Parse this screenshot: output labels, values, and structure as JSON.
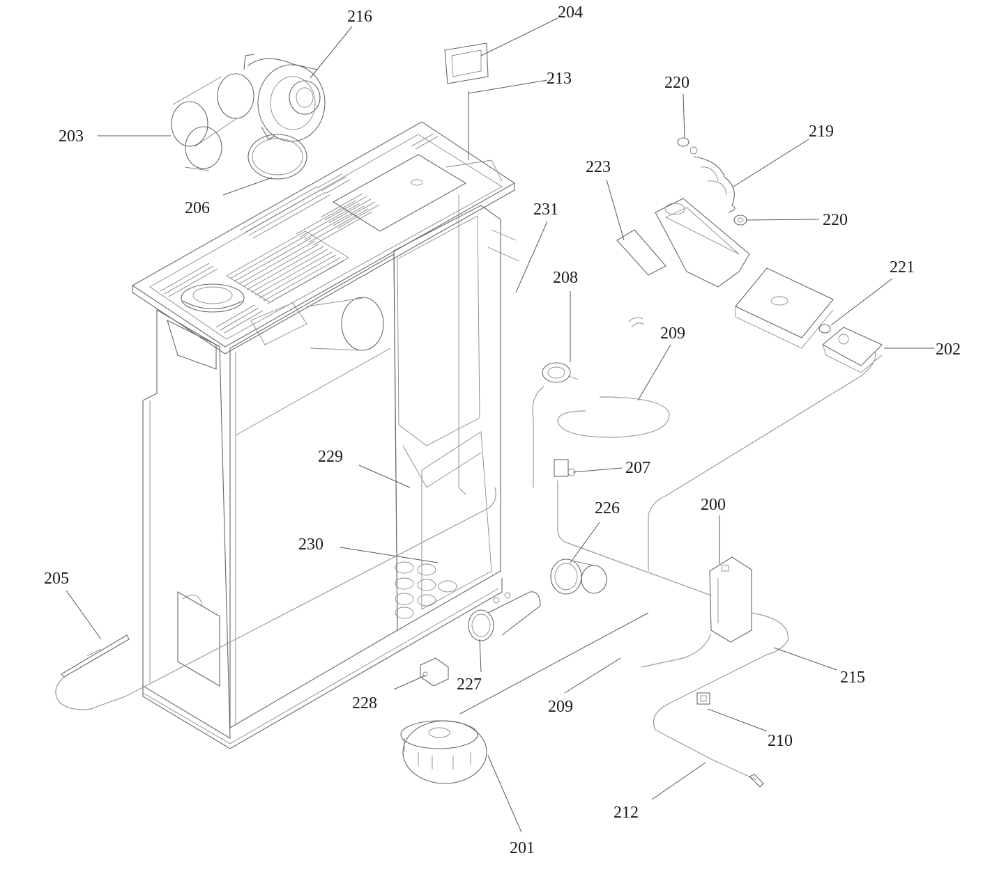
{
  "callouts": [
    {
      "id": "c200",
      "text": "200"
    },
    {
      "id": "c201",
      "text": "201"
    },
    {
      "id": "c202",
      "text": "202"
    },
    {
      "id": "c203",
      "text": "203"
    },
    {
      "id": "c204",
      "text": "204"
    },
    {
      "id": "c205",
      "text": "205"
    },
    {
      "id": "c206",
      "text": "206"
    },
    {
      "id": "c207",
      "text": "207"
    },
    {
      "id": "c208",
      "text": "208"
    },
    {
      "id": "c209a",
      "text": "209"
    },
    {
      "id": "c209b",
      "text": "209"
    },
    {
      "id": "c210",
      "text": "210"
    },
    {
      "id": "c212",
      "text": "212"
    },
    {
      "id": "c213",
      "text": "213"
    },
    {
      "id": "c215",
      "text": "215"
    },
    {
      "id": "c216",
      "text": "216"
    },
    {
      "id": "c219",
      "text": "219"
    },
    {
      "id": "c220a",
      "text": "220"
    },
    {
      "id": "c220b",
      "text": "220"
    },
    {
      "id": "c221",
      "text": "221"
    },
    {
      "id": "c223",
      "text": "223"
    },
    {
      "id": "c226",
      "text": "226"
    },
    {
      "id": "c227",
      "text": "227"
    },
    {
      "id": "c228",
      "text": "228"
    },
    {
      "id": "c229",
      "text": "229"
    },
    {
      "id": "c230",
      "text": "230"
    },
    {
      "id": "c231",
      "text": "231"
    }
  ]
}
